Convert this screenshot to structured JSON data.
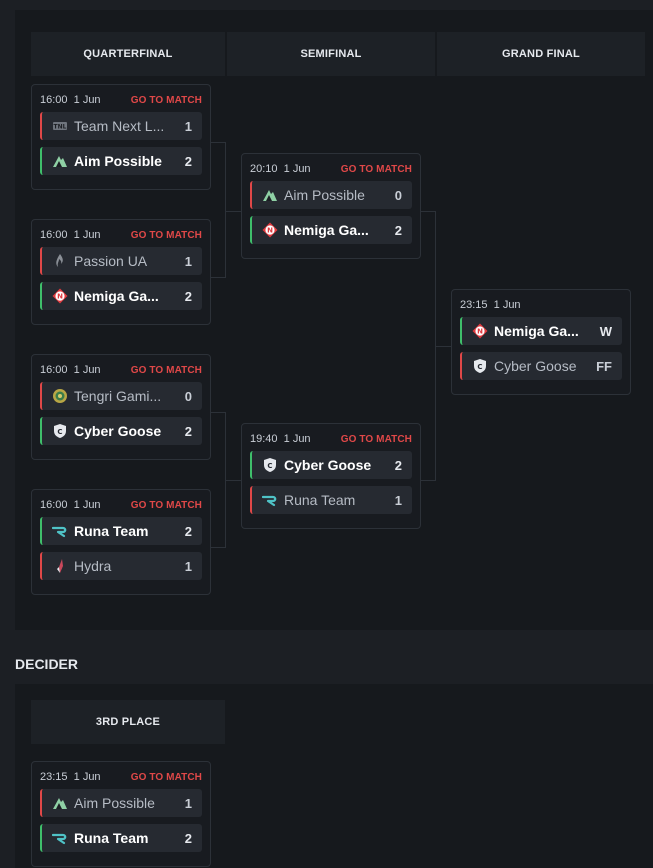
{
  "rounds": [
    "QUARTERFINAL",
    "SEMIFINAL",
    "GRAND FINAL"
  ],
  "decider": {
    "title": "DECIDER",
    "round": "3RD PLACE"
  },
  "goto_label": "GO TO MATCH",
  "matches": [
    {
      "time": "16:00",
      "date": "1 Jun",
      "show_goto": true,
      "teams": [
        {
          "name": "Team Next L...",
          "score": "1",
          "result": "lose",
          "logo": "tnl-logo"
        },
        {
          "name": "Aim Possible",
          "score": "2",
          "result": "win",
          "logo": "aim-possible-logo"
        }
      ]
    },
    {
      "time": "16:00",
      "date": "1 Jun",
      "show_goto": true,
      "teams": [
        {
          "name": "Passion UA",
          "score": "1",
          "result": "lose",
          "logo": "passion-ua-logo"
        },
        {
          "name": "Nemiga Ga...",
          "score": "2",
          "result": "win",
          "logo": "nemiga-logo"
        }
      ]
    },
    {
      "time": "16:00",
      "date": "1 Jun",
      "show_goto": true,
      "teams": [
        {
          "name": "Tengri Gami...",
          "score": "0",
          "result": "lose",
          "logo": "tengri-logo"
        },
        {
          "name": "Cyber Goose",
          "score": "2",
          "result": "win",
          "logo": "cyber-goose-logo"
        }
      ]
    },
    {
      "time": "16:00",
      "date": "1 Jun",
      "show_goto": true,
      "teams": [
        {
          "name": "Runa Team",
          "score": "2",
          "result": "win",
          "logo": "runa-logo"
        },
        {
          "name": "Hydra",
          "score": "1",
          "result": "lose",
          "logo": "hydra-logo"
        }
      ]
    },
    {
      "time": "20:10",
      "date": "1 Jun",
      "show_goto": true,
      "teams": [
        {
          "name": "Aim Possible",
          "score": "0",
          "result": "lose",
          "logo": "aim-possible-logo"
        },
        {
          "name": "Nemiga Ga...",
          "score": "2",
          "result": "win",
          "logo": "nemiga-logo"
        }
      ]
    },
    {
      "time": "19:40",
      "date": "1 Jun",
      "show_goto": true,
      "teams": [
        {
          "name": "Cyber Goose",
          "score": "2",
          "result": "win",
          "logo": "cyber-goose-logo"
        },
        {
          "name": "Runa Team",
          "score": "1",
          "result": "lose",
          "logo": "runa-logo"
        }
      ]
    },
    {
      "time": "23:15",
      "date": "1 Jun",
      "show_goto": false,
      "teams": [
        {
          "name": "Nemiga Ga...",
          "score": "W",
          "result": "win",
          "logo": "nemiga-logo"
        },
        {
          "name": "Cyber Goose",
          "score": "FF",
          "result": "lose",
          "logo": "cyber-goose-logo"
        }
      ]
    },
    {
      "time": "23:15",
      "date": "1 Jun",
      "show_goto": true,
      "teams": [
        {
          "name": "Aim Possible",
          "score": "1",
          "result": "lose",
          "logo": "aim-possible-logo"
        },
        {
          "name": "Runa Team",
          "score": "2",
          "result": "win",
          "logo": "runa-logo"
        }
      ]
    }
  ],
  "colors": {
    "win": "#3fbf6b",
    "lose": "#e04848",
    "goto": "#e04848",
    "bg": "#1c1f24",
    "panel": "#16191d",
    "card": "#262a31"
  }
}
